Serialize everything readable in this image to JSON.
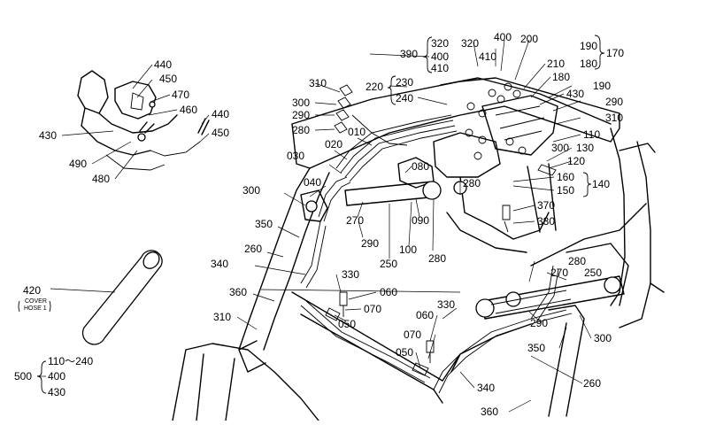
{
  "labels": {
    "l440a": "440",
    "l450a": "450",
    "l470": "470",
    "l460": "460",
    "l440b": "440",
    "l450b": "450",
    "l430a": "430",
    "l490": "490",
    "l480": "480",
    "l310a": "310",
    "l300a": "300",
    "l290a": "290",
    "l280a": "280",
    "l010": "010",
    "l020": "020",
    "l030": "030",
    "l040": "040",
    "l300b": "300",
    "l350a": "350",
    "l260a": "260",
    "l340a": "340",
    "l360a": "360",
    "l310b": "310",
    "l330a": "330",
    "l060a": "060",
    "l070a": "070",
    "l050a": "050",
    "l270a": "270",
    "l290b": "290",
    "l250a": "250",
    "l100": "100",
    "l090": "090",
    "l080": "080",
    "l280b": "280",
    "l280c": "280",
    "l390": "390",
    "l320a": "320",
    "l400a": "400",
    "l410a": "410",
    "l320b": "320",
    "l410b": "410",
    "l400b": "400",
    "l200": "200",
    "l190a": "190",
    "l170": "170",
    "l180a": "180",
    "l210": "210",
    "l180b": "180",
    "l430b": "430",
    "l190b": "190",
    "l290c": "290",
    "l310c": "310",
    "l110": "110",
    "l300c": "300",
    "l130": "130",
    "l120": "120",
    "l160": "160",
    "l140": "140",
    "l150": "150",
    "l370": "370",
    "l380": "380",
    "l220": "220",
    "l230": "230",
    "l240": "240",
    "l280d": "280",
    "l270b": "270",
    "l250b": "250",
    "l290d": "290",
    "l300d": "300",
    "l350b": "350",
    "l260b": "260",
    "l340b": "340",
    "l360b": "360",
    "l330b": "330",
    "l060b": "060",
    "l070b": "070",
    "l050b": "050",
    "l500": "500",
    "l110_240": "110～240",
    "l400c": "400",
    "l430c": "430",
    "l420": "420",
    "l420sub1": "COVER",
    "l420sub2": "HOSE 1"
  }
}
